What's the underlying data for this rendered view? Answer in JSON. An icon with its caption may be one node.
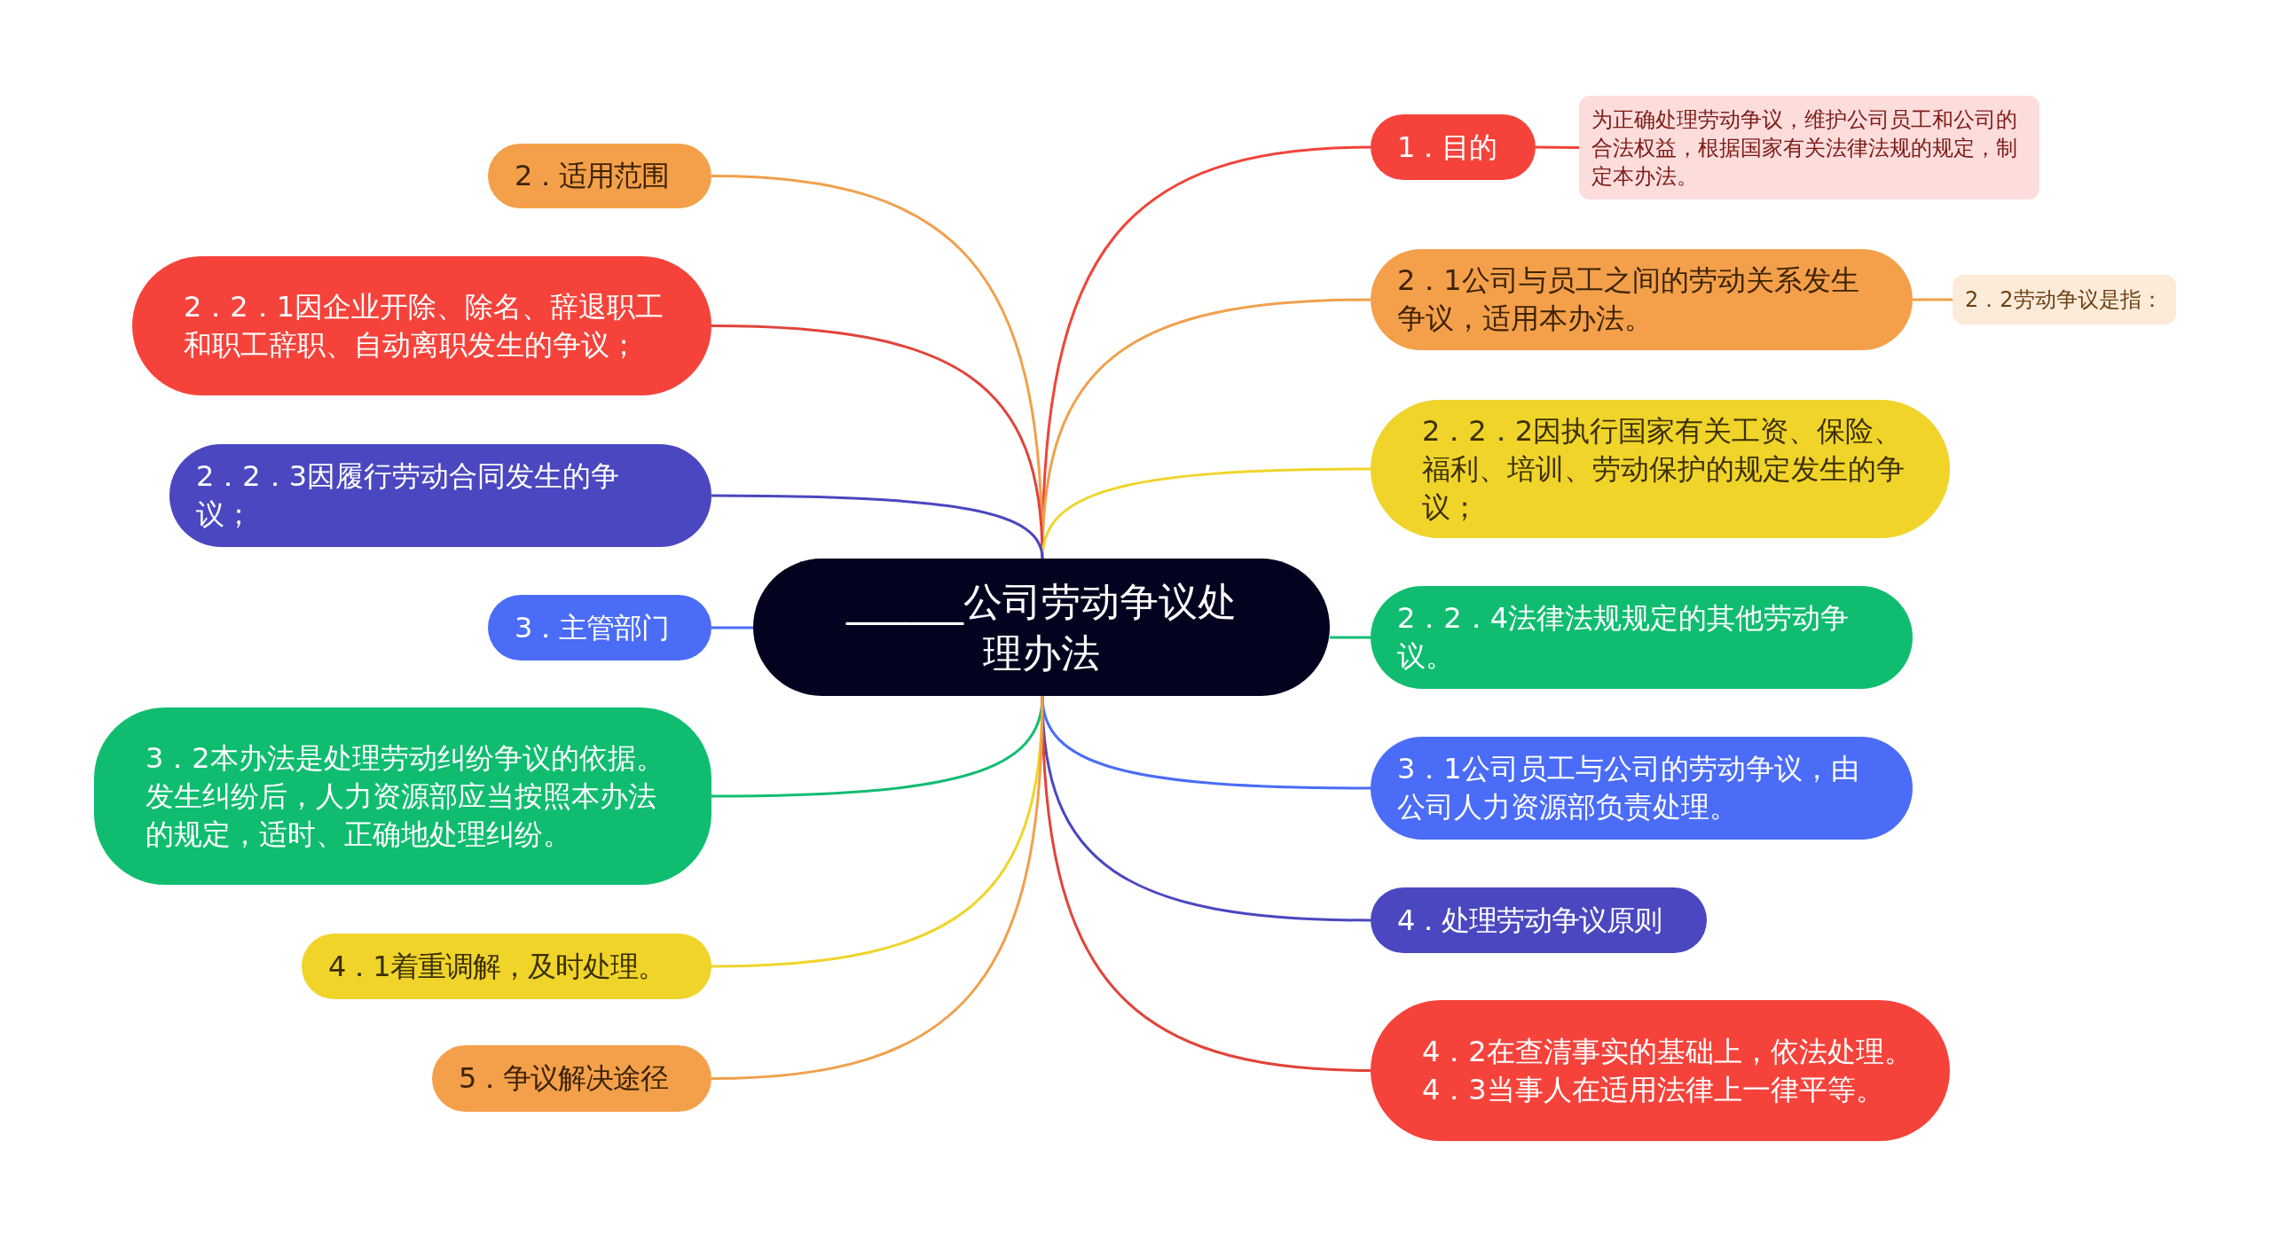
{
  "diagram": {
    "nodes": [
      {
        "text": [
          "______公司劳动争议处理办法"
        ]
      },
      {
        "text": [
          "1．目的"
        ]
      },
      {
        "text": [
          "为正确处理劳动争议，维护公司员工和公司的合法权益，根据国家有关法律法规的规定，制定本办法。"
        ]
      },
      {
        "text": [
          "2．适用范围"
        ]
      },
      {
        "text": [
          "2．1公司与员工之间的劳动关系发生争议，适用本办法。"
        ]
      },
      {
        "text": [
          "2．2劳动争议是指："
        ]
      },
      {
        "text": [
          "2．2．1因企业开除、除名、辞退职工和职工辞职、自动离职发生的争议；"
        ]
      },
      {
        "text": [
          "2．2．2因执行国家有关工资、保险、福利、培训、劳动保护的规定发生的争议；"
        ]
      },
      {
        "text": [
          "2．2．3因履行劳动合同发生的争议；"
        ]
      },
      {
        "text": [
          "2．2．4法律法规规定的其他劳动争议。"
        ]
      },
      {
        "text": [
          "3．主管部门"
        ]
      },
      {
        "text": [
          "3．1公司员工与公司的劳动争议，由公司人力资源部负责处理。"
        ]
      },
      {
        "text": [
          "3．2本办法是处理劳动纠纷争议的依据。发生纠纷后，人力资源部应当按照本办法的规定，适时、正确地处理纠纷。"
        ]
      },
      {
        "text": [
          "4．处理劳动争议原则"
        ]
      },
      {
        "text": [
          "4．1着重调解，及时处理。"
        ]
      },
      {
        "text": [
          "4．2在查清事实的基础上，依法处理。4．3当事人在适用法律上一律平等。"
        ]
      },
      {
        "text": [
          "5．争议解决途径"
        ]
      }
    ],
    "edges": [
      {
        "from": 0,
        "to": 1,
        "arrow": "none",
        "color": "#f0443a"
      },
      {
        "from": 1,
        "to": 2,
        "arrow": "none",
        "color": "#f0443a"
      },
      {
        "from": 0,
        "to": 3,
        "arrow": "none",
        "color": "#f0a04b"
      },
      {
        "from": 0,
        "to": 4,
        "arrow": "none",
        "color": "#f0a04b"
      },
      {
        "from": 4,
        "to": 5,
        "arrow": "none",
        "color": "#f0a04b"
      },
      {
        "from": 0,
        "to": 6,
        "arrow": "none",
        "color": "#e0443a"
      },
      {
        "from": 0,
        "to": 7,
        "arrow": "none",
        "color": "#f0d42a"
      },
      {
        "from": 0,
        "to": 8,
        "arrow": "none",
        "color": "#4a47c0"
      },
      {
        "from": 0,
        "to": 9,
        "arrow": "none",
        "color": "#12bd72"
      },
      {
        "from": 0,
        "to": 10,
        "arrow": "none",
        "color": "#4a6cf7"
      },
      {
        "from": 0,
        "to": 11,
        "arrow": "none",
        "color": "#4a6cf7"
      },
      {
        "from": 0,
        "to": 12,
        "arrow": "none",
        "color": "#12bd72"
      },
      {
        "from": 0,
        "to": 13,
        "arrow": "none",
        "color": "#4a47c0"
      },
      {
        "from": 0,
        "to": 14,
        "arrow": "none",
        "color": "#f0d42a"
      },
      {
        "from": 0,
        "to": 15,
        "arrow": "none",
        "color": "#e0443a"
      },
      {
        "from": 0,
        "to": 16,
        "arrow": "none",
        "color": "#f0a04b"
      }
    ]
  }
}
